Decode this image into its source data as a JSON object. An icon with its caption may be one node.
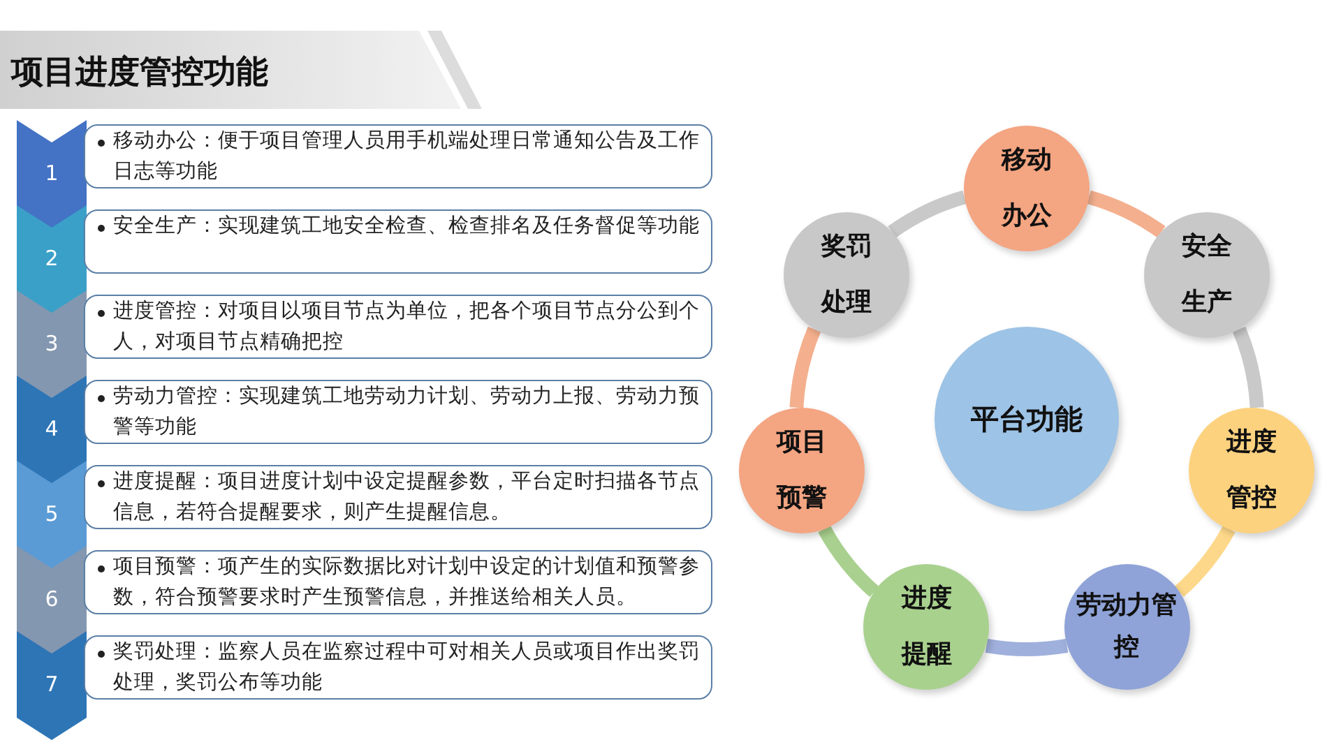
{
  "diagram": {
    "title": "项目进度管控功能",
    "nodes": [
      {
        "text": [
          "1"
        ]
      },
      {
        "text": [
          "移动办公：便于项目管理人员用手机端处理日常通知公告及工作日志等功能"
        ]
      },
      {
        "text": [
          "2"
        ]
      },
      {
        "text": [
          "安全生产：实现建筑工地安全检查、检查排名及任务督促等功能"
        ]
      },
      {
        "text": [
          "3"
        ]
      },
      {
        "text": [
          "进度管控：对项目以项目节点为单位，把各个项目节点分公到个人，对项目节点精确把控"
        ]
      },
      {
        "text": [
          "4"
        ]
      },
      {
        "text": [
          "劳动力管控：实现建筑工地劳动力计划、劳动力上报、劳动力预警等功能"
        ]
      },
      {
        "text": [
          "5"
        ]
      },
      {
        "text": [
          "进度提醒：项目进度计划中设定提醒参数，平台定时扫描各节点信息，若符合提醒要求，则产生提醒信息。"
        ]
      },
      {
        "text": [
          "6"
        ]
      },
      {
        "text": [
          "项目预警：项产生的实际数据比对计划中设定的计划值和预警参数，符合预警要求时产生预警信息，并推送给相关人员。"
        ]
      },
      {
        "text": [
          "7"
        ]
      },
      {
        "text": [
          "奖罚处理：监察人员在监察过程中可对相关人员或项目作出奖罚处理，奖罚公布等功能"
        ]
      },
      {
        "text": [
          "移动办公"
        ]
      },
      {
        "text": [
          "安全生产"
        ]
      },
      {
        "text": [
          "进度管控"
        ]
      },
      {
        "text": [
          "劳动力管控"
        ]
      },
      {
        "text": [
          "进度提醒"
        ]
      },
      {
        "text": [
          "项目预警"
        ]
      },
      {
        "text": [
          "奖罚处理"
        ]
      },
      {
        "text": [
          "平台功能"
        ]
      }
    ],
    "edges": [
      {
        "from": 14,
        "to": 15,
        "arrow": "none",
        "color": "#f4b08e"
      },
      {
        "from": 15,
        "to": 16,
        "arrow": "none",
        "color": "#c9c9c9"
      },
      {
        "from": 16,
        "to": 17,
        "arrow": "none",
        "color": "#fdd88a"
      },
      {
        "from": 17,
        "to": 18,
        "arrow": "none",
        "color": "#9fb0dc"
      },
      {
        "from": 18,
        "to": 19,
        "arrow": "none",
        "color": "#a9d08e"
      },
      {
        "from": 19,
        "to": 20,
        "arrow": "none",
        "color": "#f4b08e"
      },
      {
        "from": 20,
        "to": 14,
        "arrow": "none",
        "color": "#c9c9c9"
      }
    ]
  }
}
